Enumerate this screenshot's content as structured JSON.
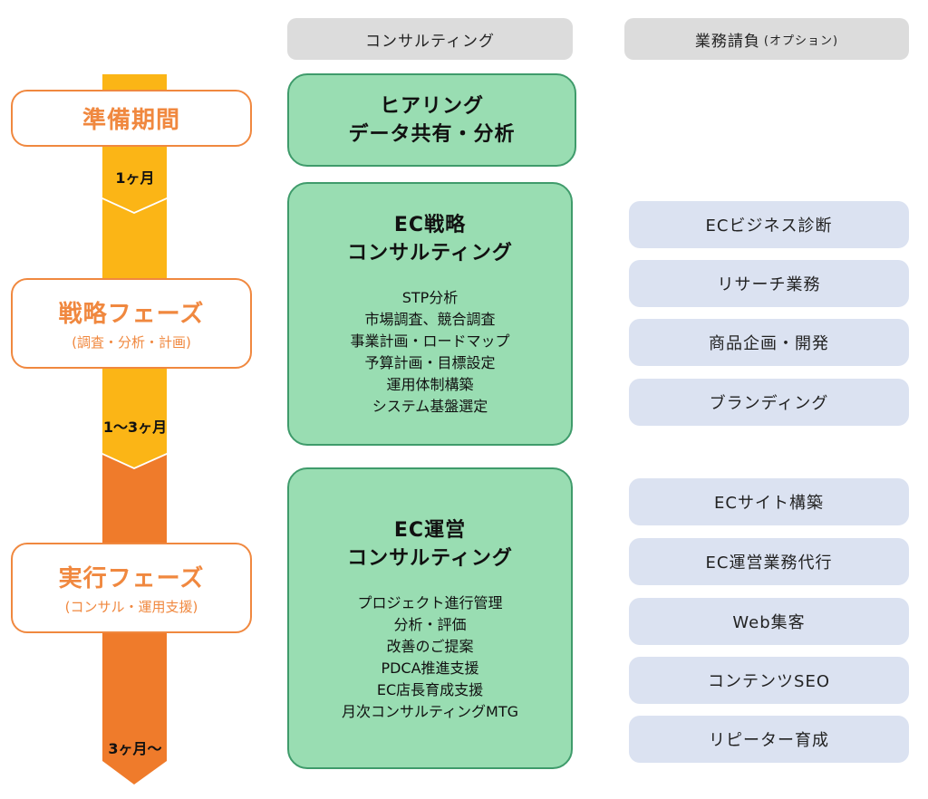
{
  "headers": {
    "consulting": "コンサルティング",
    "contract": "業務請負",
    "contract_note": "(オプション)"
  },
  "phases": [
    {
      "title": "準備期間",
      "subtitle": "",
      "duration": "1ヶ月"
    },
    {
      "title": "戦略フェーズ",
      "subtitle": "(調査・分析・計画)",
      "duration": "1〜3ヶ月"
    },
    {
      "title": "実行フェーズ",
      "subtitle": "(コンサル・運用支援)",
      "duration": "3ヶ月〜"
    }
  ],
  "consulting": [
    {
      "title_lines": [
        "ヒアリング",
        "データ共有・分析"
      ],
      "items": []
    },
    {
      "title_lines": [
        "EC戦略",
        "コンサルティング"
      ],
      "items": [
        "STP分析",
        "市場調査、競合調査",
        "事業計画・ロードマップ",
        "予算計画・目標設定",
        "運用体制構築",
        "システム基盤選定"
      ]
    },
    {
      "title_lines": [
        "EC運営",
        "コンサルティング"
      ],
      "items": [
        "プロジェクト進行管理",
        "分析・評価",
        "改善のご提案",
        "PDCA推進支援",
        "EC店長育成支援",
        "月次コンサルティングMTG"
      ]
    }
  ],
  "options": [
    "ECビジネス診断",
    "リサーチ業務",
    "商品企画・開発",
    "ブランディング",
    "ECサイト構築",
    "EC運営業務代行",
    "Web集客",
    "コンテンツSEO",
    "リピーター育成"
  ],
  "colors": {
    "arrow_yellow": "#fbb516",
    "arrow_orange": "#ef7b2b",
    "phase_border": "#f0883f",
    "consult_fill": "#99ddb2",
    "consult_border": "#3f9b6b",
    "option_fill": "#dbe2f1",
    "header_fill": "#dcdcdc"
  }
}
